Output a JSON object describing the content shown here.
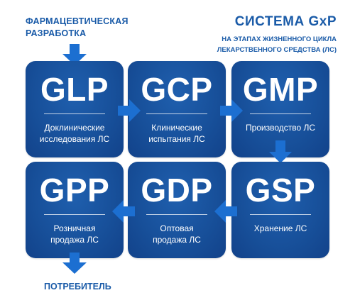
{
  "labels": {
    "start_line1": "ФАРМАЦЕВТИЧЕСКАЯ",
    "start_line2": "РАЗРАБОТКА",
    "end": "ПОТРЕБИТЕЛЬ"
  },
  "title": {
    "main": "СИСТЕМА GxP",
    "sub_line1": "НА ЭТАПАХ ЖИЗНЕННОГО ЦИКЛА",
    "sub_line2": "ЛЕКАРСТВЕННОГО СРЕДСТВА (ЛС)"
  },
  "tiles": [
    {
      "code": "GLP",
      "desc_line1": "Доклинические",
      "desc_line2": "исследования ЛС"
    },
    {
      "code": "GCP",
      "desc_line1": "Клинические",
      "desc_line2": "испытания ЛС"
    },
    {
      "code": "GMP",
      "desc_line1": "Производство ЛС",
      "desc_line2": ""
    },
    {
      "code": "GSP",
      "desc_line1": "Хранение ЛС",
      "desc_line2": ""
    },
    {
      "code": "GDP",
      "desc_line1": "Оптовая",
      "desc_line2": "продажа ЛС"
    },
    {
      "code": "GPP",
      "desc_line1": "Розничная",
      "desc_line2": "продажа ЛС"
    }
  ],
  "colors": {
    "tile": "#174f99",
    "arrow": "#1c6fd1",
    "text_blue": "#1a5ba8"
  }
}
